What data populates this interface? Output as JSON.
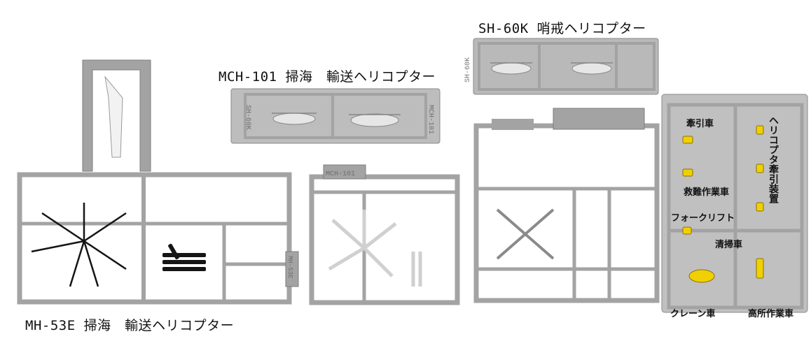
{
  "captions": {
    "sh60k": "SH-60K 哨戒ヘリコプター",
    "mch101": "MCH-101 掃海　輸送ヘリコプター",
    "mh53e": "MH-53E 掃海　輸送ヘリコプター"
  },
  "sprue_markings": {
    "sh60k_a": "SH-60K",
    "mch101_a": "MCH-101",
    "sh60k_b": "SH-60K",
    "mch101_b": "MCH-101",
    "mh53e": "MH-53E"
  },
  "vehicle_labels": {
    "tow_tractor": "牽引車",
    "heli_tow_device": "ヘリコプタ牽引装置",
    "rescue_vehicle": "救難作業車",
    "forklift": "フォークリフト",
    "sweeper": "清掃車",
    "crane": "クレーン車",
    "aerial_work": "高所作業車"
  },
  "colors": {
    "sprue_gray": "#a3a3a3",
    "sprue_dark": "#7c7c7c",
    "part_white": "#eeeeee",
    "part_black": "#151515",
    "part_yellow": "#f0d000",
    "light_gray": "#c9c9c9"
  }
}
